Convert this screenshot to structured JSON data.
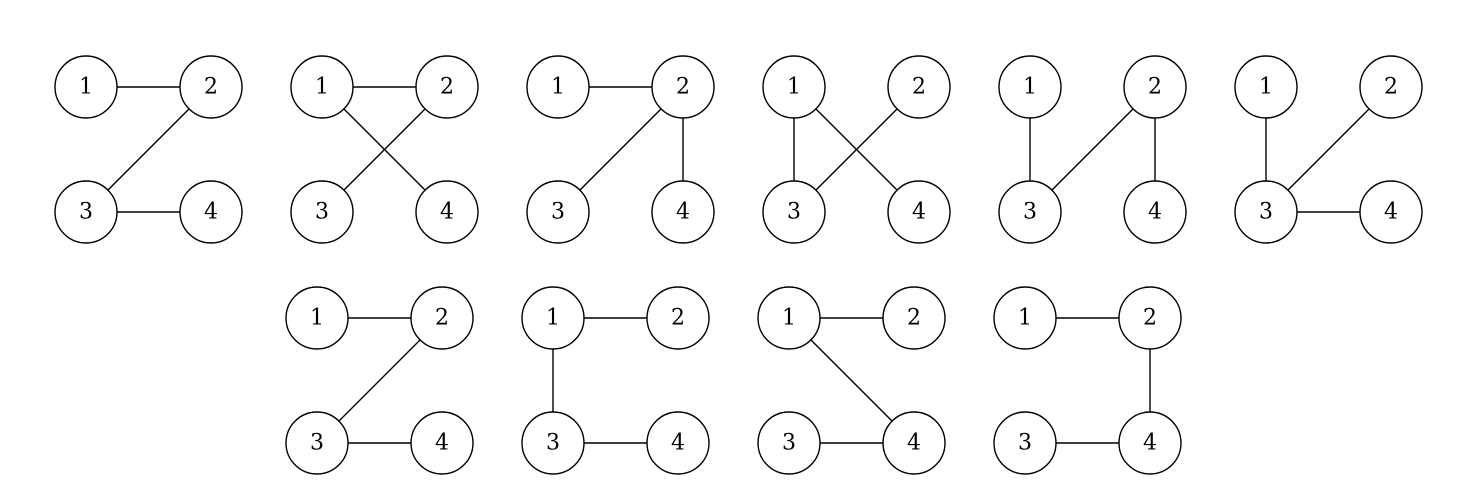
{
  "node_labels": {
    "1": "1",
    "2": "2",
    "3": "3",
    "4": "4"
  },
  "graphs": [
    {
      "id": "g1",
      "edges": [
        [
          "1",
          "2"
        ],
        [
          "2",
          "3"
        ],
        [
          "3",
          "4"
        ]
      ]
    },
    {
      "id": "g2",
      "edges": [
        [
          "1",
          "2"
        ],
        [
          "1",
          "4"
        ],
        [
          "2",
          "3"
        ]
      ]
    },
    {
      "id": "g3",
      "edges": [
        [
          "1",
          "2"
        ],
        [
          "2",
          "3"
        ],
        [
          "2",
          "4"
        ]
      ]
    },
    {
      "id": "g4",
      "edges": [
        [
          "1",
          "3"
        ],
        [
          "1",
          "4"
        ],
        [
          "2",
          "3"
        ]
      ]
    },
    {
      "id": "g5",
      "edges": [
        [
          "1",
          "3"
        ],
        [
          "2",
          "3"
        ],
        [
          "2",
          "4"
        ]
      ]
    },
    {
      "id": "g6",
      "edges": [
        [
          "1",
          "3"
        ],
        [
          "2",
          "3"
        ],
        [
          "3",
          "4"
        ]
      ]
    },
    {
      "id": "g7",
      "edges": [
        [
          "1",
          "2"
        ],
        [
          "2",
          "3"
        ],
        [
          "3",
          "4"
        ]
      ]
    },
    {
      "id": "g8",
      "edges": [
        [
          "1",
          "2"
        ],
        [
          "1",
          "3"
        ],
        [
          "3",
          "4"
        ]
      ]
    },
    {
      "id": "g9",
      "edges": [
        [
          "1",
          "2"
        ],
        [
          "1",
          "4"
        ],
        [
          "3",
          "4"
        ]
      ]
    },
    {
      "id": "g10",
      "edges": [
        [
          "1",
          "2"
        ],
        [
          "2",
          "4"
        ],
        [
          "3",
          "4"
        ]
      ]
    }
  ]
}
